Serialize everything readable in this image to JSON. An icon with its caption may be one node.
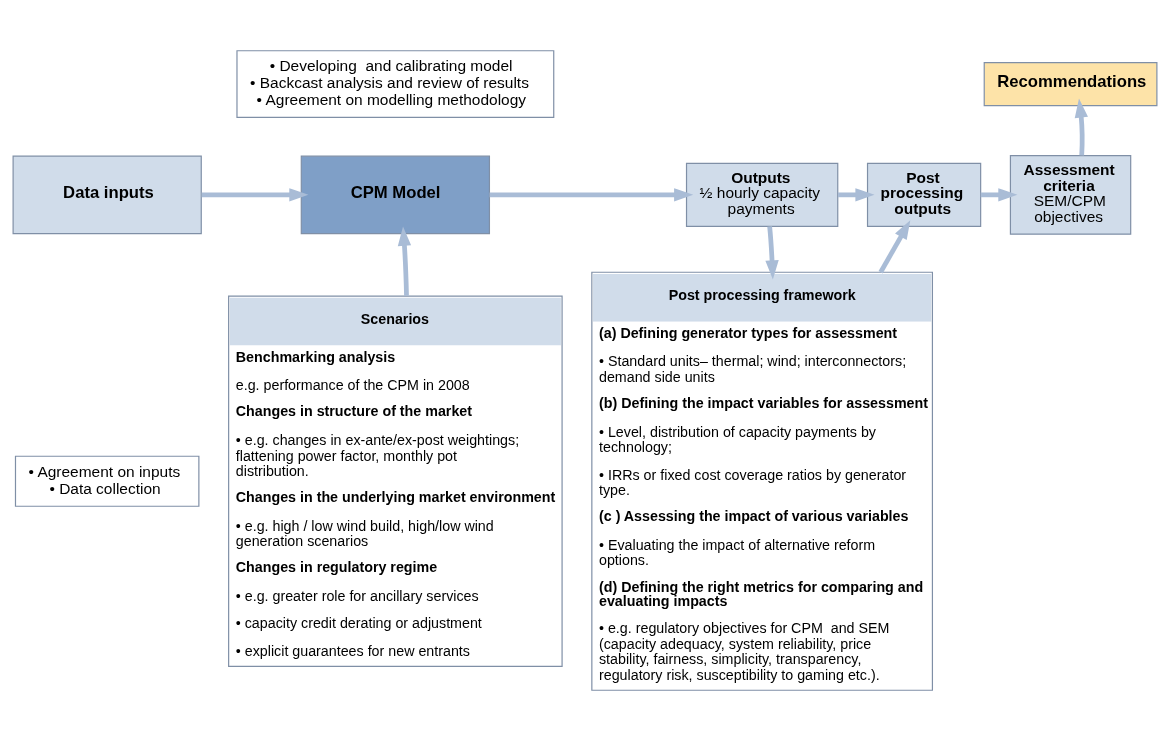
{
  "diagram": {
    "nodes": [
      {
        "text": [
          "Data inputs"
        ]
      },
      {
        "text": [
          "• Agreement on inputs",
          "• Data collection"
        ]
      },
      {
        "text": [
          "• Developing  and calibrating model",
          "• Backcast analysis and review of results",
          "• Agreement on modelling methodology"
        ]
      },
      {
        "text": [
          "CPM Model"
        ]
      },
      {
        "text": [
          "Outputs",
          "½ hourly capacity payments"
        ]
      },
      {
        "text": [
          "Post processing outputs"
        ]
      },
      {
        "text": [
          "Assessment criteria",
          "SEM/CPM objectives"
        ]
      },
      {
        "text": [
          "Recommendations"
        ]
      },
      {
        "text": [
          "Scenarios",
          "Benchmarking analysis",
          "e.g. performance of the CPM in 2008",
          "Changes in structure of the market",
          "• e.g. changes in ex-ante/ex-post weightings; flattening power factor, monthly pot distribution.",
          "Changes in the underlying market environment",
          "• e.g. high / low wind build, high/low wind generation scenarios",
          "Changes in regulatory regime",
          "• e.g. greater role for ancillary services",
          "• capacity credit derating or adjustment",
          "• explicit guarantees for new entrants"
        ]
      },
      {
        "text": [
          "Post processing framework",
          "(a) Defining generator types for assessment",
          "• Standard units– thermal; wind; interconnectors; demand side units",
          "(b) Defining the impact variables for assessment",
          "• Level, distribution of capacity payments by technology;",
          "• IRRs or fixed cost coverage ratios by generator type.",
          "(c ) Assessing the impact of various variables",
          "• Evaluating the impact of alternative reform options.",
          "(d) Defining the right metrics for comparing and evaluating impacts",
          "• e.g. regulatory objectives for CPM  and SEM (capacity adequacy, system reliability, price stability, fairness, simplicity, transparency, regulatory risk, susceptibility to gaming etc.)."
        ]
      }
    ],
    "edges": [
      {
        "from": 0,
        "to": 3,
        "arrow": "to"
      },
      {
        "from": 3,
        "to": 4,
        "arrow": "to"
      },
      {
        "from": 4,
        "to": 5,
        "arrow": "to"
      },
      {
        "from": 5,
        "to": 6,
        "arrow": "to"
      },
      {
        "from": 6,
        "to": 7,
        "arrow": "to"
      },
      {
        "from": 8,
        "to": 3,
        "arrow": "to"
      },
      {
        "from": 4,
        "to": 9,
        "arrow": "to"
      },
      {
        "from": 9,
        "to": 5,
        "arrow": "to"
      }
    ]
  }
}
